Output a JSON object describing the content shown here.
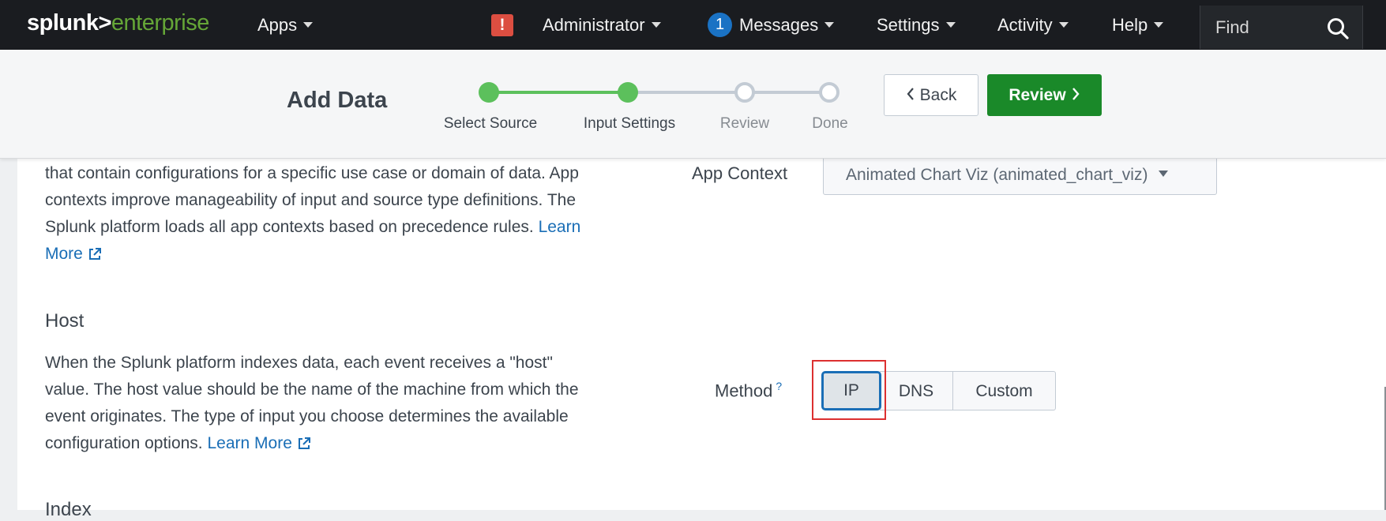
{
  "nav": {
    "logo_part1": "splunk>",
    "logo_part2": "enterprise",
    "apps": "Apps",
    "alert_glyph": "!",
    "administrator": "Administrator",
    "messages_count": "1",
    "messages": "Messages",
    "settings": "Settings",
    "activity": "Activity",
    "help": "Help",
    "find": "Find"
  },
  "wizard": {
    "title": "Add Data",
    "steps": [
      {
        "label": "Select Source",
        "state": "complete"
      },
      {
        "label": "Input Settings",
        "state": "current"
      },
      {
        "label": "Review",
        "state": "pending"
      },
      {
        "label": "Done",
        "state": "pending"
      }
    ],
    "back_label": "Back",
    "review_label": "Review"
  },
  "content": {
    "app_context_text": "that contain configurations for a specific use case or domain of data. App contexts improve manageability of input and source type definitions. The Splunk platform loads all app contexts based on precedence rules.",
    "learn_more": "Learn More",
    "app_context_label": "App Context",
    "app_context_value": "Animated Chart Viz (animated_chart_viz)",
    "host_heading": "Host",
    "host_text": "When the Splunk platform indexes data, each event receives a \"host\" value. The host value should be the name of the machine from which the event originates. The type of input you choose determines the available configuration options.",
    "method_label": "Method",
    "method_help": "?",
    "method_options": [
      "IP",
      "DNS",
      "Custom"
    ],
    "method_selected": "IP",
    "index_heading": "Index"
  },
  "colors": {
    "nav_bg": "#1a1c20",
    "brand_green": "#65a637",
    "primary_button": "#1a8929",
    "link": "#1a6eb6",
    "step_complete": "#5cc05c",
    "highlight_box": "#dc3030"
  }
}
